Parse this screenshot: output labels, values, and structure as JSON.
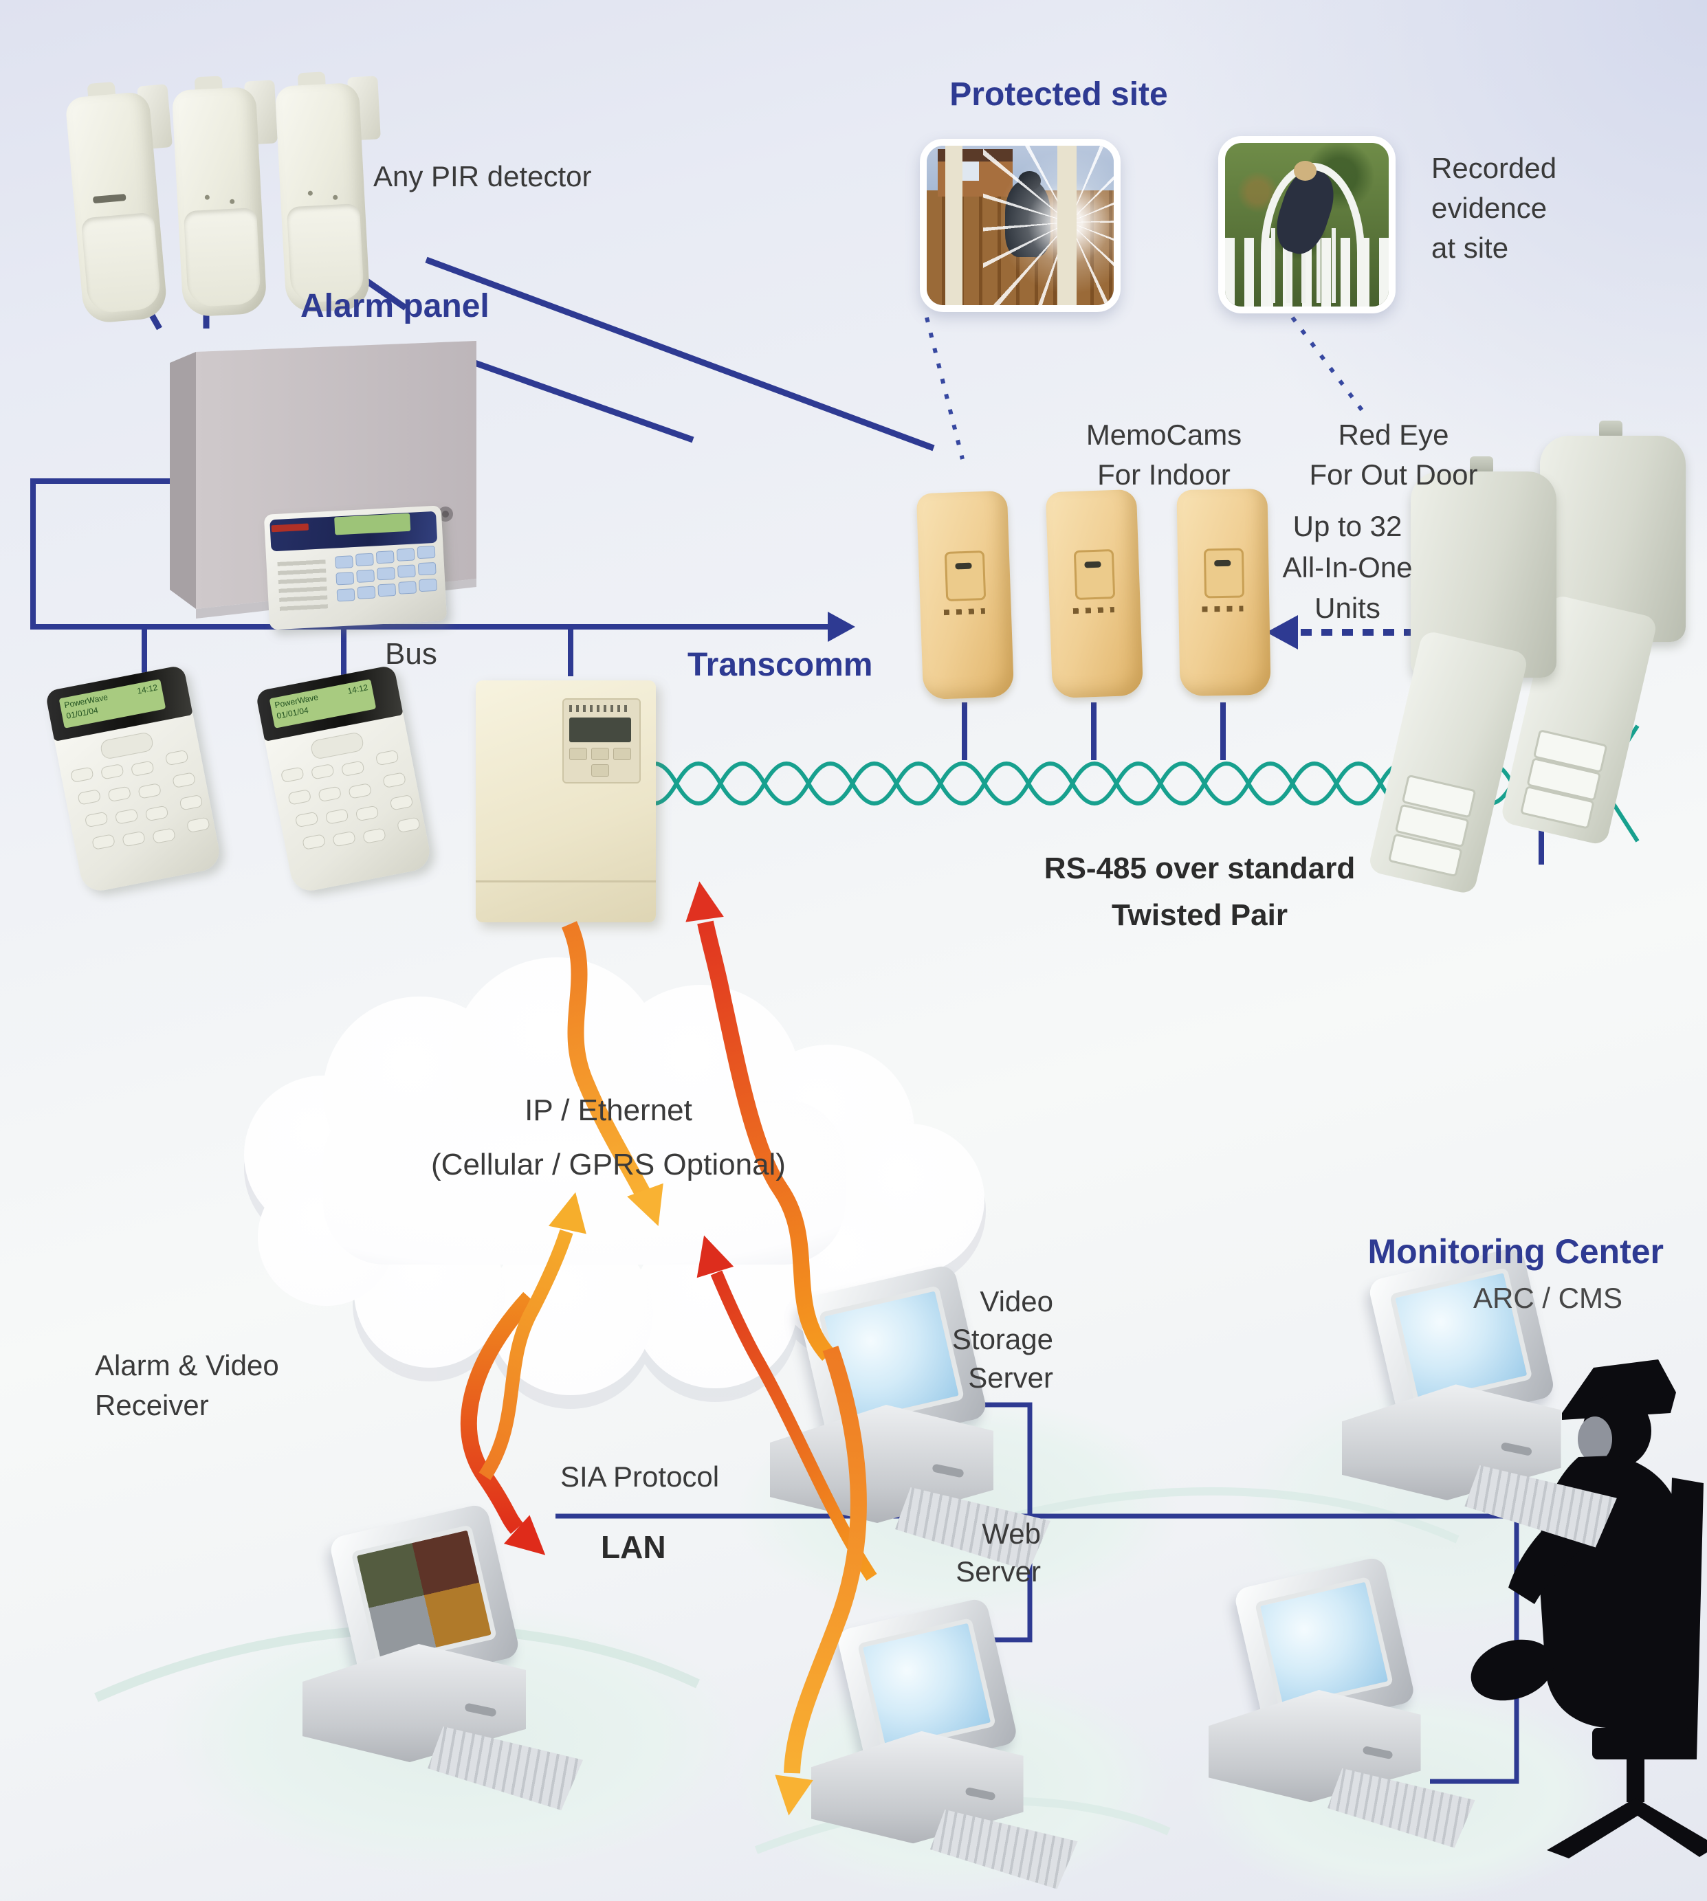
{
  "colors": {
    "navy": "#2e3a92",
    "teal": "#17a08e",
    "orange": "#f08a1f",
    "red": "#df2b1a",
    "text_gray": "#3a3a3a"
  },
  "sensors": {
    "pir_label": "Any PIR detector",
    "panel_title": "Alarm panel",
    "bus_label": "Bus",
    "transcomm_title": "Transcomm",
    "keypad_lcd": {
      "product": "PowerWave",
      "date": "01/01/04",
      "time": "14:12"
    }
  },
  "site": {
    "title": "Protected site",
    "evidence": [
      "Recorded",
      "evidence",
      "at site"
    ]
  },
  "cams": {
    "memocams": [
      "MemoCams",
      "For Indoor"
    ],
    "redeye": [
      "Red Eye",
      "For Out Door"
    ],
    "capacity": [
      "Up to 32",
      "All-In-One",
      "Units"
    ]
  },
  "link": {
    "rs485": [
      "RS-485 over standard",
      "Twisted Pair"
    ]
  },
  "cloud": {
    "primary": "IP / Ethernet",
    "secondary": "(Cellular / GPRS Optional)"
  },
  "center": {
    "title": "Monitoring Center",
    "subtitle": "ARC / CMS",
    "receiver": [
      "Alarm & Video",
      "Receiver"
    ],
    "video_server": [
      "Video",
      "Storage",
      "Server"
    ],
    "web_server": [
      "Web",
      "Server"
    ],
    "sia": "SIA Protocol",
    "lan": "LAN"
  }
}
